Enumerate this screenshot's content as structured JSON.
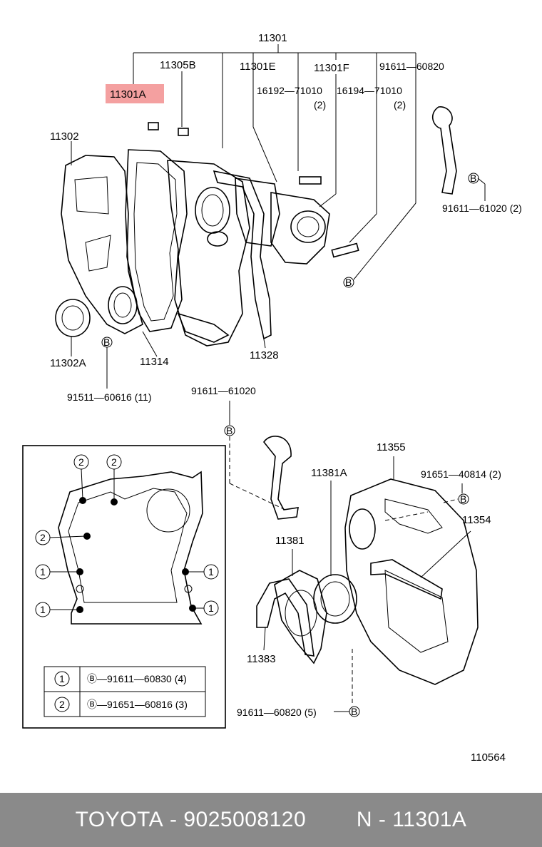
{
  "labels": {
    "assembly": "11301",
    "p11305b": "11305B",
    "p11301e": "11301E",
    "p11301f": "11301F",
    "p91611_60820": "91611—60820",
    "p11301a": "11301A",
    "p16192": "16192—71010",
    "p16192_qty": "(2)",
    "p16194": "16194—71010",
    "p16194_qty": "(2)",
    "p11302": "11302",
    "p91611_61020_side": "91611—61020 (2)",
    "p11302a": "11302A",
    "p11314": "11314",
    "p11328": "11328",
    "p91511": "91511—60616 (11)",
    "p91611_61020": "91611—61020",
    "p11355": "11355",
    "p11381a": "11381A",
    "p91651": "91651—40814 (2)",
    "p11354": "11354",
    "p11381": "11381",
    "p11383": "11383",
    "p91611_60820_5": "91611—60820 (5)",
    "drawing_no": "110564",
    "bolt_b": "B",
    "circle_1": "1",
    "circle_2": "2"
  },
  "legend": [
    {
      "num": "1",
      "text": "Ⓑ—91611—60830 (4)"
    },
    {
      "num": "2",
      "text": "Ⓑ—91651—60816 (3)"
    }
  ],
  "highlight_color": "#f4a0a0",
  "footer": {
    "brand": "TOYOTA",
    "part_number": "9025008120",
    "ref": "N - 11301A"
  }
}
